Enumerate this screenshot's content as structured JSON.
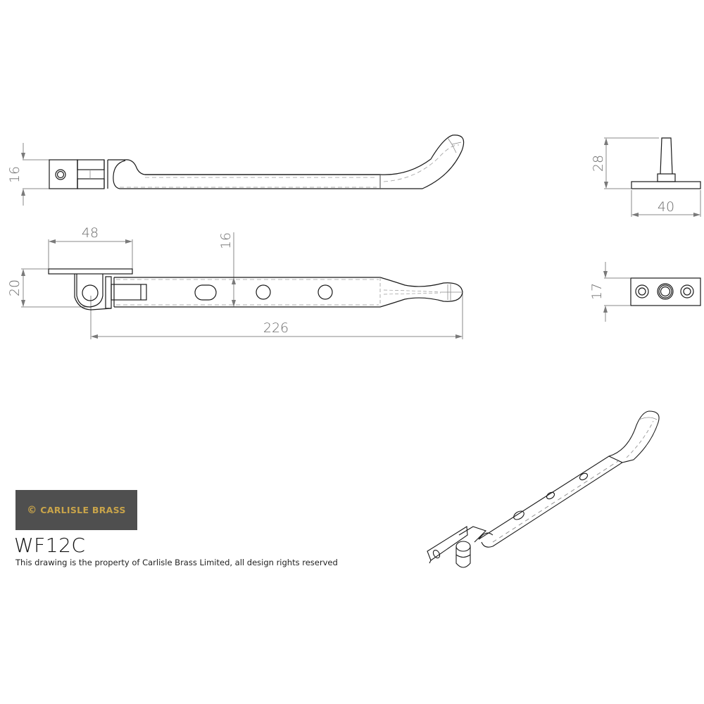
{
  "drawing": {
    "product_code": "WF12C",
    "notice": "This drawing is the property of Carlisle Brass Limited, all design rights reserved",
    "brand": {
      "name": "CARLISLE BRASS",
      "mark": "©",
      "logo_bg": "#4f4f4f",
      "logo_gold": "#c9a44a"
    },
    "views": {
      "top_view": {
        "height_dim": "16"
      },
      "side_view": {
        "bracket_width_dim": "48",
        "height_dim": "20",
        "bar_height_dim": "16",
        "overall_length_dim": "226"
      },
      "pin_elevation": {
        "height_dim": "28",
        "width_dim": "40"
      },
      "pin_plan": {
        "height_dim": "17"
      },
      "isometric": {
        "label": ""
      }
    },
    "colors": {
      "line": "#1a1a1a",
      "dimension": "#7a7a7a",
      "hidden": "#8a8a8a"
    }
  }
}
